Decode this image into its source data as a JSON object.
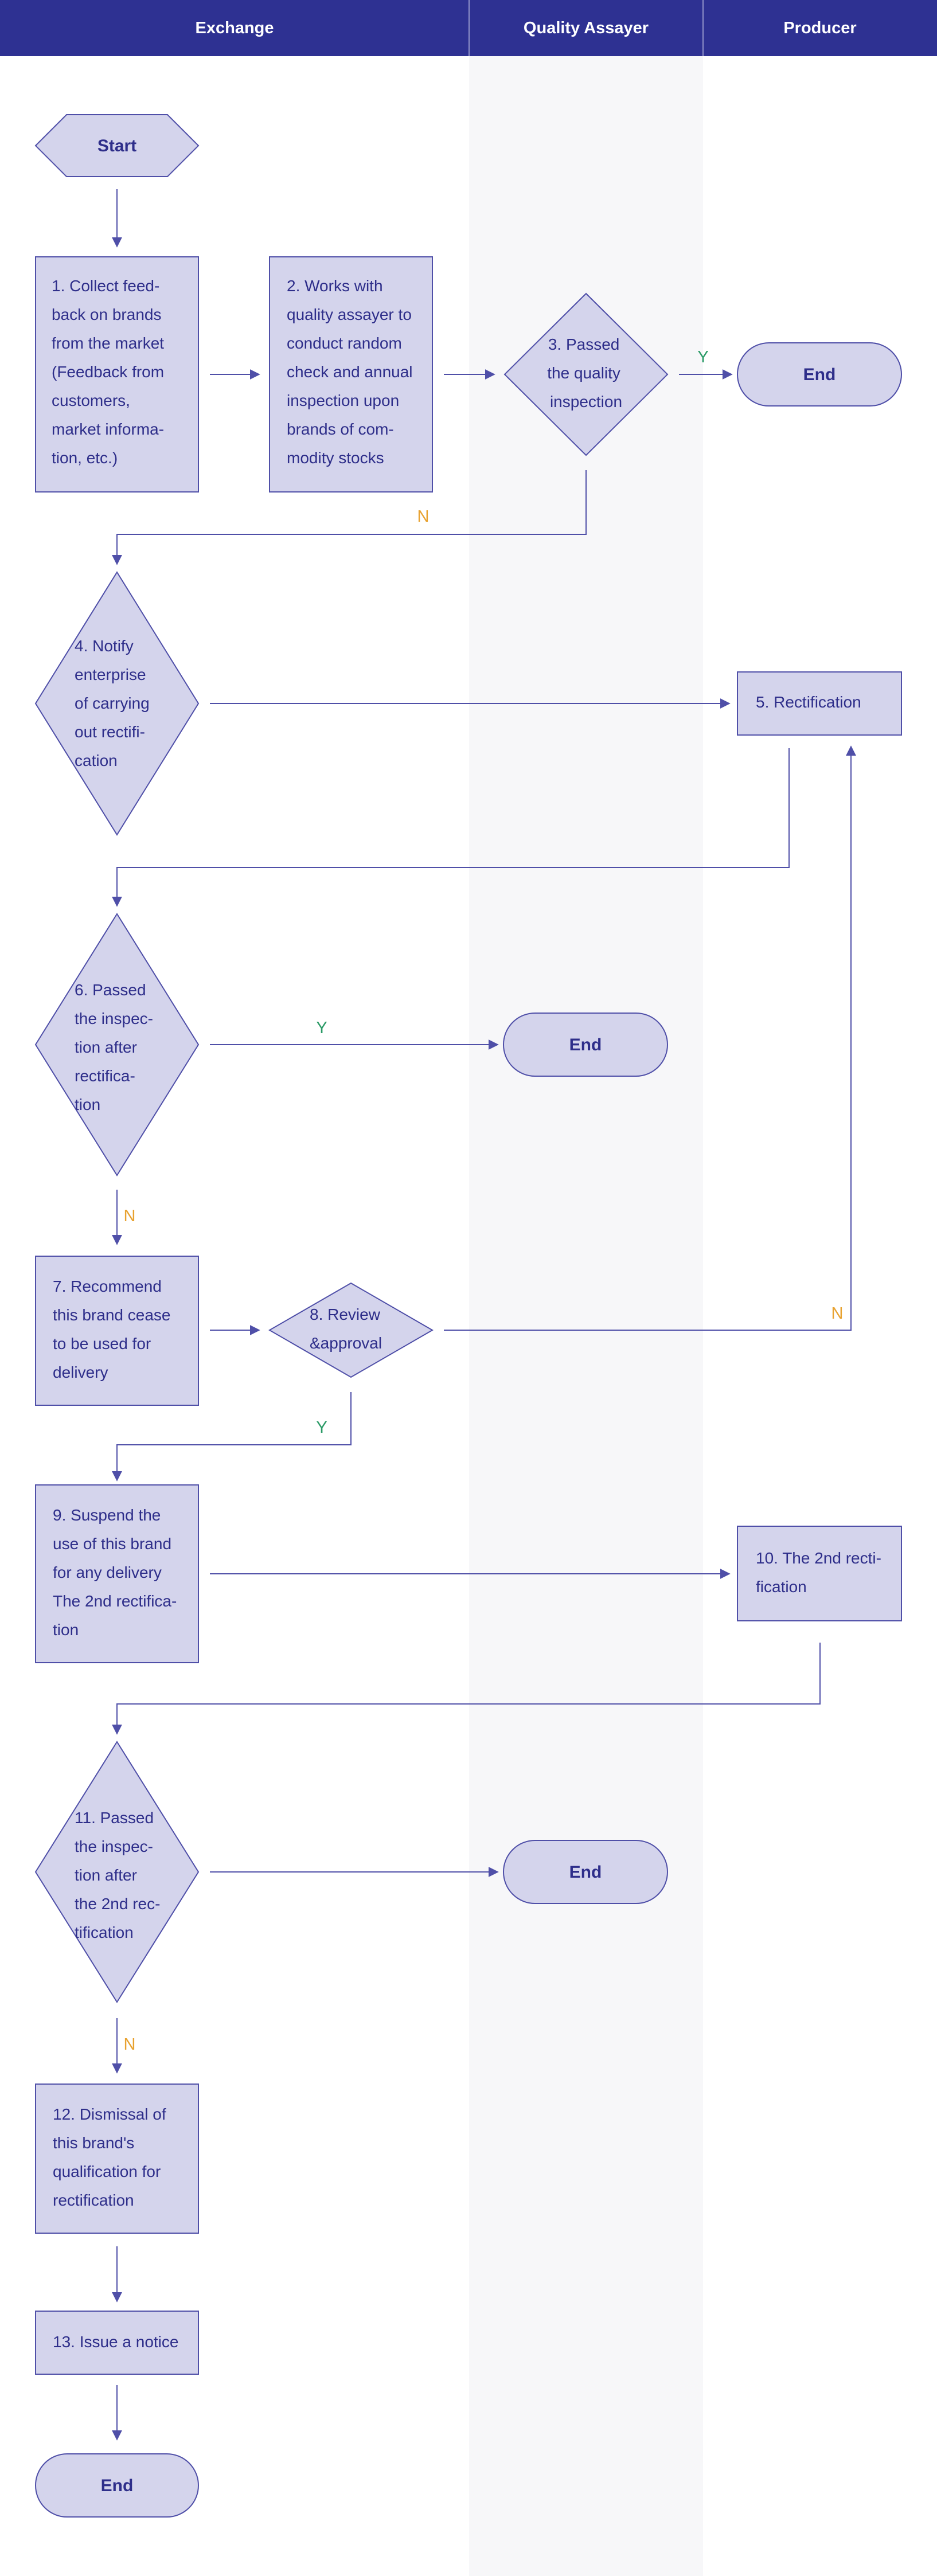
{
  "lanes": [
    {
      "id": "exchange",
      "title": "Exchange"
    },
    {
      "id": "quality",
      "title": "Quality Assayer"
    },
    {
      "id": "producer",
      "title": "Producer"
    }
  ],
  "colors": {
    "header_bg": "#2e3192",
    "node_fill": "#d4d4ec",
    "node_stroke": "#4f4fa8",
    "text": "#2e2e8a",
    "yes_label": "#2a9a66",
    "no_label": "#e8a230",
    "middle_lane_bg": "#f7f7f9"
  },
  "nodes": {
    "start": {
      "label": "Start"
    },
    "n1": {
      "lines": [
        "1. Collect feed-",
        "back on brands",
        "from the market",
        "(Feedback from",
        "customers,",
        "market informa-",
        "tion, etc.)"
      ]
    },
    "n2": {
      "lines": [
        "2. Works with",
        "quality assayer to",
        "conduct random",
        "check and annual",
        "inspection upon",
        "brands of com-",
        "modity stocks"
      ]
    },
    "n3": {
      "lines": [
        "3. Passed",
        "the quality",
        "inspection"
      ]
    },
    "end1": {
      "label": "End"
    },
    "n4": {
      "lines": [
        "4. Notify",
        "enterprise",
        "of carrying",
        "out rectifi-",
        "cation"
      ]
    },
    "n5": {
      "lines": [
        "5. Rectification"
      ]
    },
    "n6": {
      "lines": [
        "6. Passed",
        "the inspec-",
        "tion after",
        "rectifica-",
        "tion"
      ]
    },
    "end2": {
      "label": "End"
    },
    "n7": {
      "lines": [
        "7. Recommend",
        "this brand cease",
        "to be used for",
        "delivery"
      ]
    },
    "n8": {
      "lines": [
        "8. Review",
        "&approval"
      ]
    },
    "n9": {
      "lines": [
        "9. Suspend the",
        "use of this brand",
        "for any delivery",
        "The 2nd rectifica-",
        "tion"
      ]
    },
    "n10": {
      "lines": [
        "10. The 2nd recti-",
        "fication"
      ]
    },
    "n11": {
      "lines": [
        "11. Passed",
        "the inspec-",
        "tion after",
        "the 2nd rec-",
        "tification"
      ]
    },
    "end3": {
      "label": "End"
    },
    "n12": {
      "lines": [
        "12. Dismissal of",
        "this brand's",
        "qualification for",
        "rectification"
      ]
    },
    "n13": {
      "lines": [
        "13. Issue a notice"
      ]
    },
    "end4": {
      "label": "End"
    }
  },
  "edge_labels": {
    "n3_yes": "Y",
    "n3_no": "N",
    "n6_yes": "Y",
    "n6_no": "N",
    "n8_no": "N",
    "n8_yes": "Y",
    "n11_no": "N"
  }
}
